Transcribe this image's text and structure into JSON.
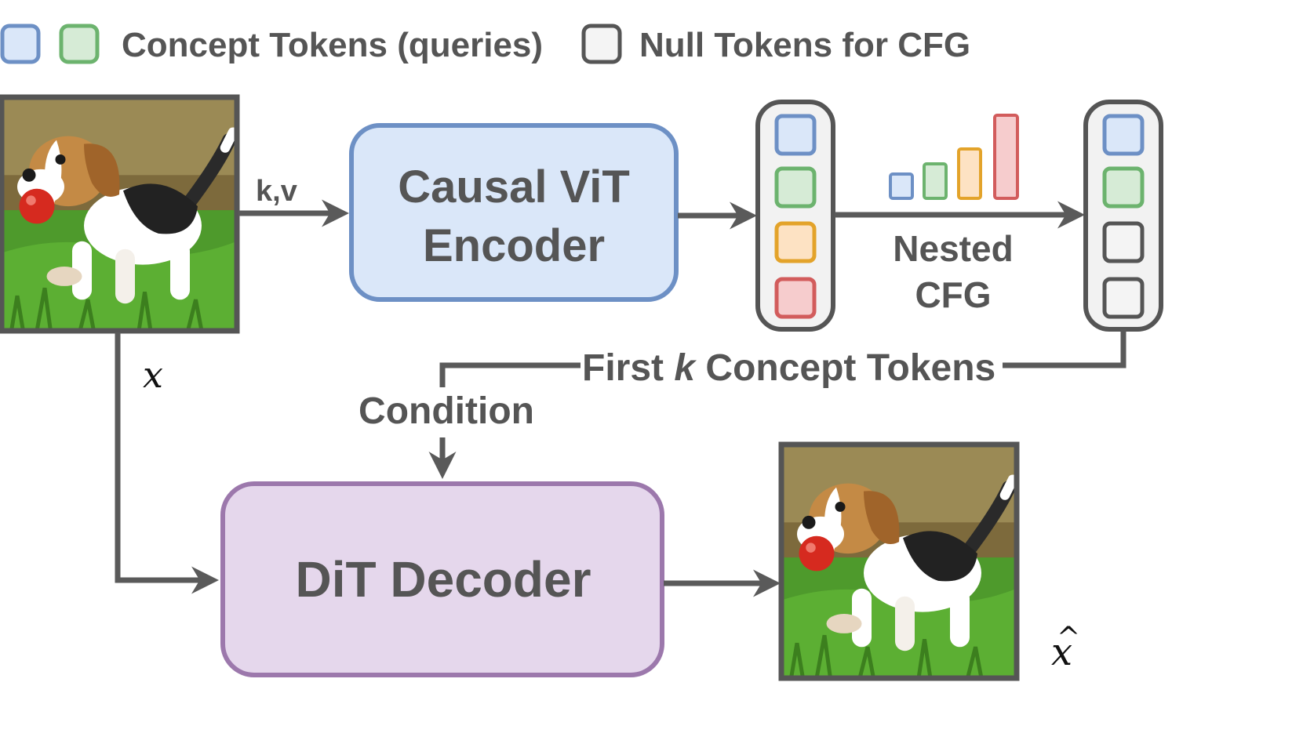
{
  "legend": {
    "concept_label": "Concept Tokens (queries)",
    "null_label": "Null Tokens for CFG"
  },
  "input": {
    "symbol": "x"
  },
  "edge_kv": "k,v",
  "encoder": {
    "line1": "Causal ViT",
    "line2": "Encoder"
  },
  "nested_cfg": {
    "line1": "Nested",
    "line2": "CFG"
  },
  "first_k": {
    "prefix": "First ",
    "k": "k",
    "suffix": " Concept Tokens"
  },
  "condition_label": "Condition",
  "decoder": {
    "label": "DiT Decoder"
  },
  "output": {
    "symbol": "x",
    "hat": "^"
  },
  "colors": {
    "blue_fill": "#dae7f9",
    "blue_stroke": "#6d90c5",
    "green_fill": "#d6ebd6",
    "green_stroke": "#6cb36e",
    "orange_fill": "#fde2c3",
    "orange_stroke": "#e3a32a",
    "red_fill": "#f6cccd",
    "red_stroke": "#d25c5c",
    "null_fill": "#f4f4f4",
    "null_stroke": "#555555",
    "decoder_fill": "#e5d7ec",
    "decoder_stroke": "#9c78ac",
    "arrow": "#5a5a5a"
  }
}
